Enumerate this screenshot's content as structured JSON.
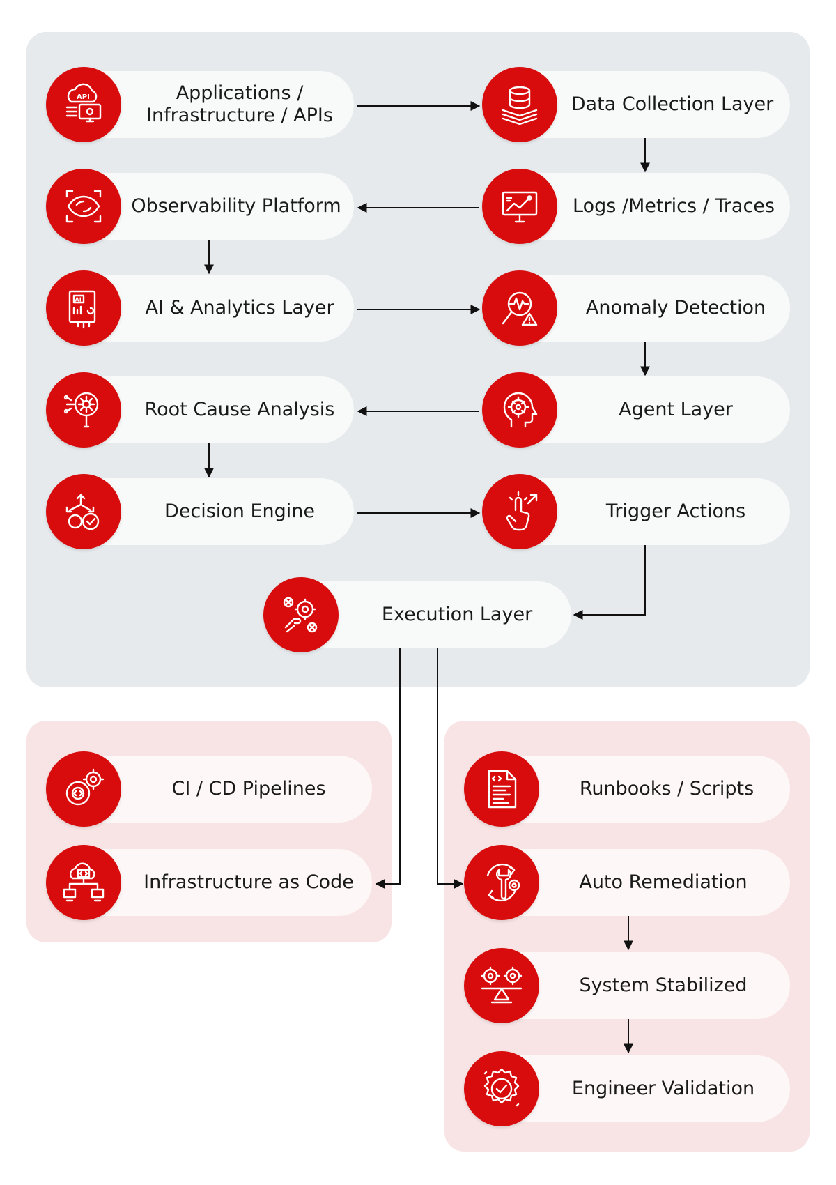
{
  "colors": {
    "accent": "#d80c0c",
    "panel_gray": "#e6eaec",
    "panel_pink": "#f8e4e4",
    "pill": "#f8f9f9"
  },
  "nodes": {
    "applications": {
      "label": "Applications /\nInfrastructure / APIs",
      "icon": "api-cloud-icon"
    },
    "data_collection": {
      "label": "Data Collection Layer",
      "icon": "database-stack-icon"
    },
    "observability": {
      "label": "Observability Platform",
      "icon": "eye-scan-icon"
    },
    "logs_metrics": {
      "label": "Logs /Metrics / Traces",
      "icon": "monitor-chart-icon"
    },
    "ai_analytics": {
      "label": "AI & Analytics Layer",
      "icon": "ai-report-icon"
    },
    "anomaly": {
      "label": "Anomaly Detection",
      "icon": "magnifier-alert-icon"
    },
    "root_cause": {
      "label": "Root Cause Analysis",
      "icon": "gear-magnifier-icon"
    },
    "agent_layer": {
      "label": "Agent Layer",
      "icon": "head-gear-icon"
    },
    "decision_engine": {
      "label": "Decision Engine",
      "icon": "split-arrows-check-icon"
    },
    "trigger_actions": {
      "label": "Trigger Actions",
      "icon": "hand-tap-icon"
    },
    "execution": {
      "label": "Execution Layer",
      "icon": "hand-gears-icon"
    },
    "cicd": {
      "label": "CI / CD Pipelines",
      "icon": "code-gears-icon"
    },
    "iac": {
      "label": "Infrastructure as Code",
      "icon": "cloud-network-icon"
    },
    "runbooks": {
      "label": "Runbooks / Scripts",
      "icon": "code-document-icon"
    },
    "auto_remediation": {
      "label": "Auto Remediation",
      "icon": "wrench-cycle-icon"
    },
    "stabilized": {
      "label": "System Stabilized",
      "icon": "balance-gears-icon"
    },
    "validation": {
      "label": "Engineer Validation",
      "icon": "badge-check-icon"
    }
  }
}
